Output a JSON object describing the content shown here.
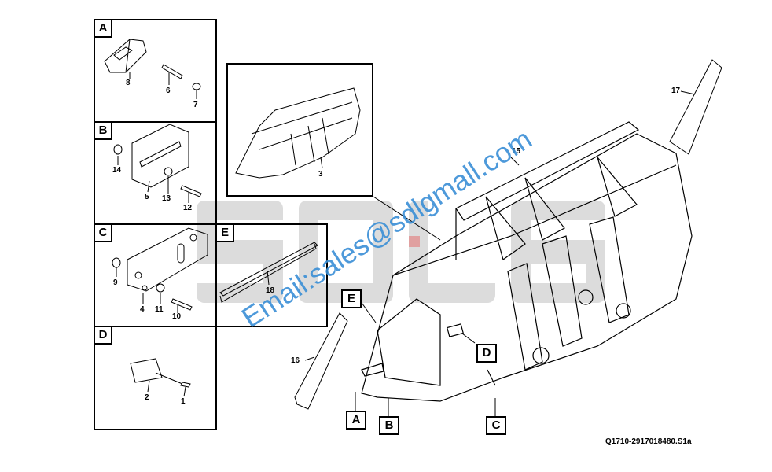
{
  "panels": {
    "A": {
      "letter": "A",
      "parts": [
        "8",
        "6",
        "7"
      ]
    },
    "B": {
      "letter": "B",
      "parts": [
        "14",
        "5",
        "13",
        "12"
      ]
    },
    "C": {
      "letter": "C",
      "parts": [
        "9",
        "4",
        "11",
        "10"
      ]
    },
    "D": {
      "letter": "D",
      "parts": [
        "2",
        "1"
      ]
    },
    "E": {
      "letter": "E",
      "parts": [
        "18"
      ]
    }
  },
  "detail_part": "3",
  "main_parts": {
    "p15": "15",
    "p16": "16",
    "p17": "17"
  },
  "callouts": {
    "A": "A",
    "B": "B",
    "C": "C",
    "D": "D",
    "E": "E"
  },
  "watermark": {
    "email": "Email:sales@sdlgmall.com",
    "logo": "SDLG"
  },
  "reference_code": "Q1710-2917018480.S1a",
  "colors": {
    "line": "#000000",
    "watermark_blue": "#3a8fd6",
    "watermark_gray": "#d9d9d9",
    "watermark_red": "#e0a0a0"
  }
}
